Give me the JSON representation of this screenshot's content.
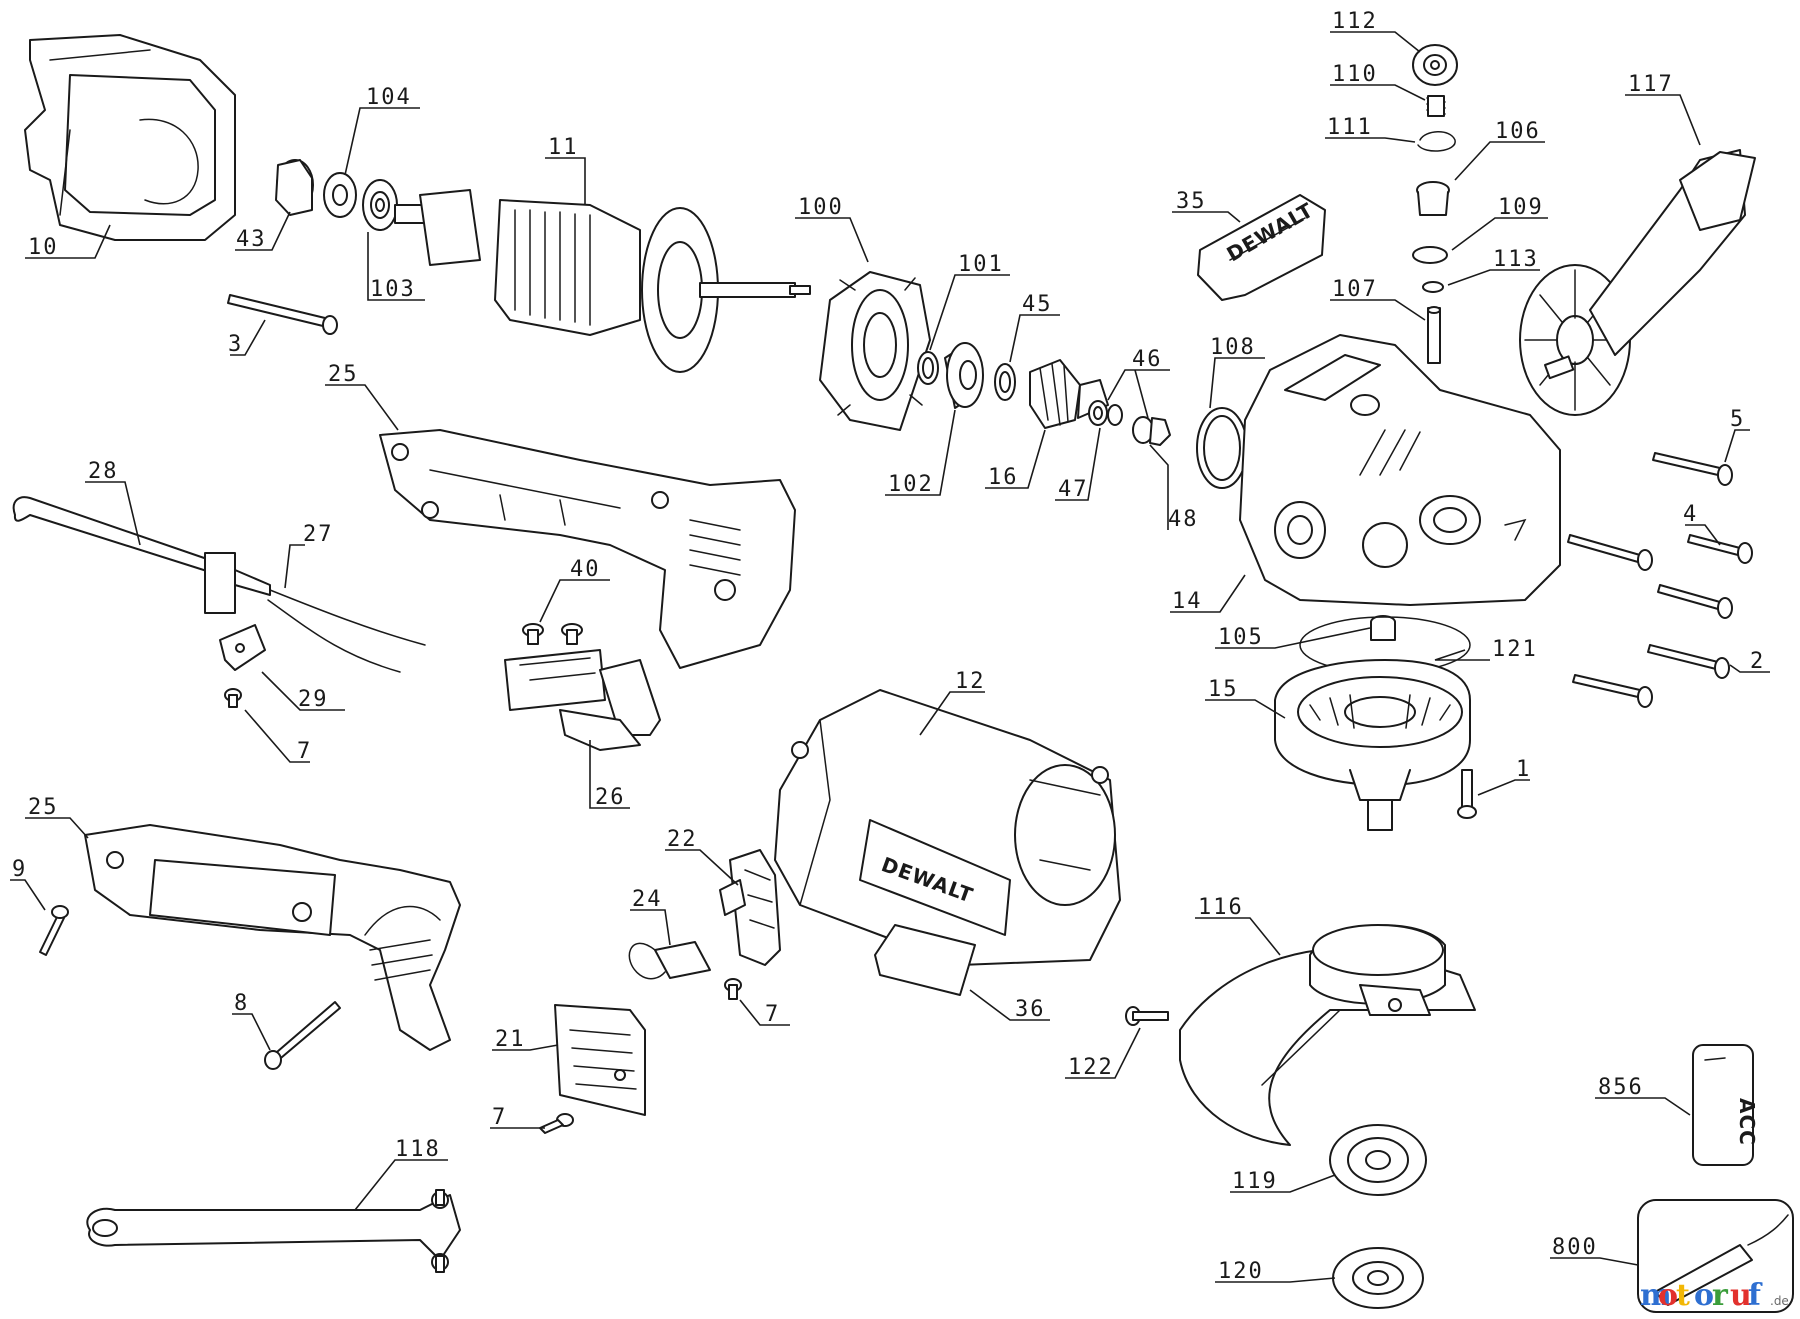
{
  "callouts": {
    "c10": "10",
    "c43": "43",
    "c104": "104",
    "c103": "103",
    "c11": "11",
    "c3": "3",
    "c100": "100",
    "c101": "101",
    "c102": "102",
    "c45": "45",
    "c16": "16",
    "c46": "46",
    "c47": "47",
    "c48": "48",
    "c35": "35",
    "c108": "108",
    "c112": "112",
    "c110": "110",
    "c111": "111",
    "c106": "106",
    "c109": "109",
    "c113": "113",
    "c107": "107",
    "c117": "117",
    "c5": "5",
    "c4": "4",
    "c2": "2",
    "c14": "14",
    "c105": "105",
    "c121": "121",
    "c15": "15",
    "c1": "1",
    "c25a": "25",
    "c28": "28",
    "c27": "27",
    "c29": "29",
    "c7a": "7",
    "c40": "40",
    "c26": "26",
    "c12": "12",
    "c25b": "25",
    "c9": "9",
    "c8": "8",
    "c22": "22",
    "c24": "24",
    "c7b": "7",
    "c36": "36",
    "c21": "21",
    "c7c": "7",
    "c118": "118",
    "c116": "116",
    "c122": "122",
    "c119": "119",
    "c120": "120",
    "c856": "856",
    "c800": "800"
  },
  "labels": {
    "housing_brand": "DEWALT",
    "nameplate_brand": "DEWALT",
    "acc_label": "ACC"
  },
  "watermark": {
    "letters": [
      "m",
      "o",
      "t",
      "o",
      "r",
      "u",
      "f"
    ],
    "letter_colors": [
      "#2e6fd1",
      "#e2312d",
      "#f2b705",
      "#2e6fd1",
      "#3a9d3a",
      "#e2312d",
      "#2e6fd1"
    ],
    "suffix": ".de"
  }
}
